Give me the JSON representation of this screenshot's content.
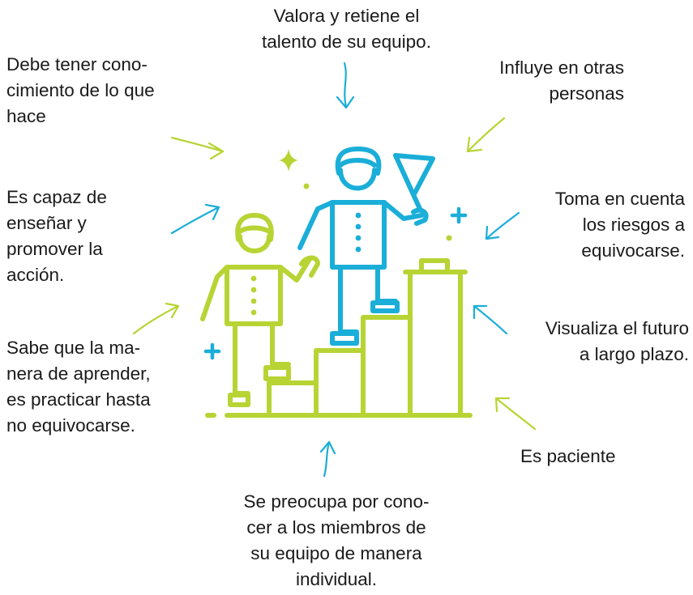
{
  "labels": {
    "top": "Valora y retiene el\ntalento de su equipo.",
    "top_left": "Debe tener cono-\ncimiento de lo que\nhace",
    "top_right": "Influye en otras\npersonas",
    "mid_left": "Es capaz de\nenseñar y\npromover la\nacción.",
    "mid_right": "Toma en cuenta\nlos riesgos a\nequivocarse.",
    "right": "Visualiza el futuro\na largo plazo.",
    "bottom_left": "Sabe que la ma-\nnera de aprender,\nes practicar hasta\nno equivocarse.",
    "bottom_right": "Es paciente",
    "bottom": "Se preocupa por cono-\ncer a los miembros de\nsu equipo de manera\nindividual."
  },
  "colors": {
    "lime": "#b7d434",
    "blue": "#1aaed8",
    "text": "#1a1a1a"
  },
  "icons": [
    "leader-figure-icon",
    "follower-figure-icon",
    "flag-icon",
    "stairs-icon",
    "sparkle-icon",
    "plus-icon"
  ]
}
